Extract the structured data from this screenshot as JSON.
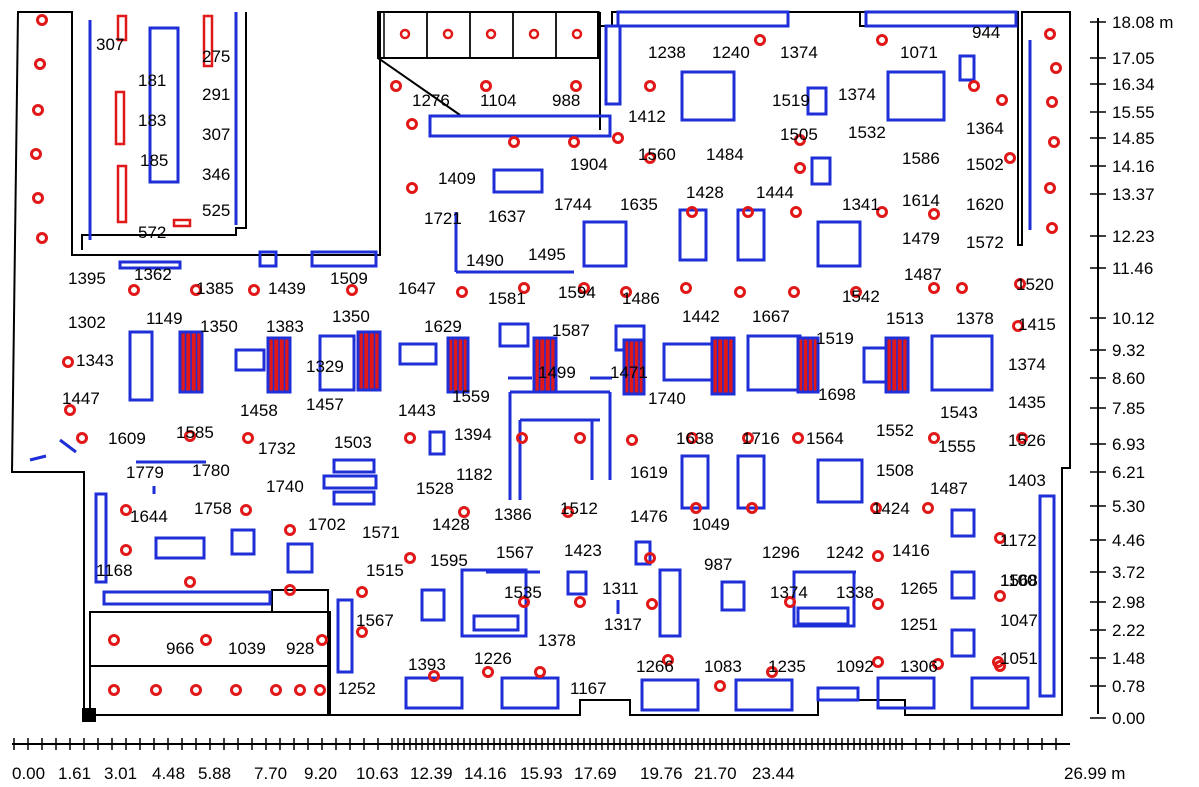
{
  "colors": {
    "wall": "#000000",
    "table": "#1f2fd8",
    "chair": "#e01818",
    "seat_hatch": "#e01818",
    "label": "#000000"
  },
  "labels": [
    "307",
    "275",
    "181",
    "291",
    "183",
    "307",
    "185",
    "346",
    "525",
    "572",
    "1395",
    "1362",
    "1385",
    "1439",
    "1509",
    "1276",
    "1104",
    "988",
    "1904",
    "1409",
    "1721",
    "1637",
    "1744",
    "1490",
    "1495",
    "1238",
    "1240",
    "1374",
    "1071",
    "944",
    "1412",
    "1519",
    "1374",
    "1364",
    "1505",
    "1532",
    "1560",
    "1484",
    "1586",
    "1502",
    "1635",
    "1428",
    "1444",
    "1341",
    "1614",
    "1620",
    "1479",
    "1572",
    "1302",
    "1149",
    "1350",
    "1383",
    "1350",
    "1647",
    "1629",
    "1581",
    "1594",
    "1486",
    "1442",
    "1667",
    "1487",
    "1542",
    "1520",
    "1519",
    "1513",
    "1378",
    "1415",
    "1343",
    "1329",
    "1587",
    "1499",
    "1471",
    "1374",
    "1447",
    "1458",
    "1457",
    "1443",
    "1559",
    "1740",
    "1698",
    "1543",
    "1435",
    "1609",
    "1585",
    "1732",
    "1503",
    "1394",
    "1638",
    "1716",
    "1564",
    "1552",
    "1555",
    "1526",
    "1779",
    "1780",
    "1182",
    "1619",
    "1508",
    "1403",
    "1740",
    "1528",
    "1758",
    "1644",
    "1487",
    "1702",
    "1571",
    "1428",
    "1386",
    "1512",
    "1476",
    "1049",
    "1424",
    "1172",
    "1568",
    "1423",
    "1567",
    "1515",
    "1595",
    "1535",
    "987",
    "1296",
    "1242",
    "1416",
    "1168",
    "1311",
    "1317",
    "1374",
    "1338",
    "1265",
    "1100",
    "1567",
    "1378",
    "1251",
    "1047",
    "966",
    "1039",
    "928",
    "1393",
    "1226",
    "1266",
    "1083",
    "1235",
    "1092",
    "1306",
    "1051",
    "1167",
    "1252"
  ],
  "scale_x": {
    "ticks": [
      "0.00",
      "1.61",
      "3.01",
      "4.48",
      "5.88",
      "7.70",
      "9.20",
      "10.63",
      "12.39",
      "14.16",
      "15.93",
      "17.69",
      "19.76",
      "21.70",
      "23.44",
      "26.99 m"
    ]
  },
  "scale_y": {
    "ticks": [
      "18.08 m",
      "17.05",
      "16.34",
      "15.55",
      "14.85",
      "14.16",
      "13.37",
      "12.23",
      "11.46",
      "10.12",
      "9.32",
      "8.60",
      "7.85",
      "6.93",
      "6.21",
      "5.30",
      "4.46",
      "3.72",
      "2.98",
      "2.22",
      "1.48",
      "0.78",
      "0.00"
    ]
  }
}
